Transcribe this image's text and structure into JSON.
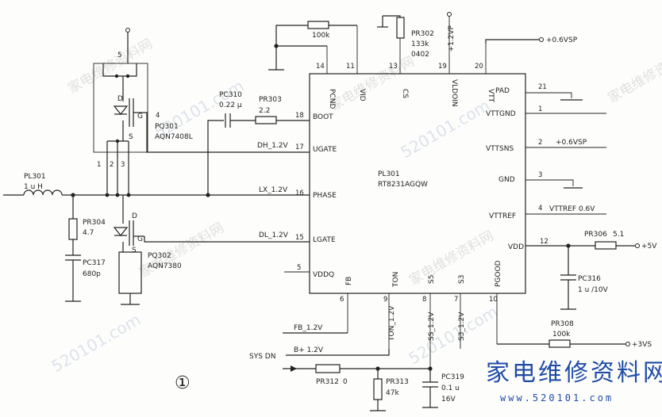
{
  "ic": {
    "ref": "PL301",
    "part": "RT8231AGQW",
    "pins": {
      "pcnd": {
        "name": "PCND",
        "num": "14"
      },
      "vid": {
        "name": "VID",
        "num": "11"
      },
      "cs": {
        "name": "CS",
        "num": "13"
      },
      "vldoin": {
        "name": "VLDOIN",
        "num": "19"
      },
      "vtt": {
        "name": "VTT",
        "num": "20"
      },
      "boot": {
        "name": "BOOT",
        "num": "18"
      },
      "ugate": {
        "name": "UGATE",
        "num": "17"
      },
      "phase": {
        "name": "PHASE",
        "num": "16"
      },
      "lgate": {
        "name": "LGATE",
        "num": "15"
      },
      "vddq": {
        "name": "VDDQ",
        "num": "5"
      },
      "fb": {
        "name": "FB",
        "num": "6"
      },
      "ton": {
        "name": "TON",
        "num": "9"
      },
      "s5": {
        "name": "S5",
        "num": "8"
      },
      "s3": {
        "name": "S3",
        "num": "7"
      },
      "pgood": {
        "name": "PGOOD",
        "num": "10"
      },
      "pad": {
        "name": "PAD",
        "num": "21"
      },
      "vttgnd": {
        "name": "VTTGND",
        "num": "1"
      },
      "vttsns": {
        "name": "VTTSNS",
        "num": "2"
      },
      "gnd": {
        "name": "GND",
        "num": "3"
      },
      "vttref": {
        "name": "VTTREF",
        "num": "4"
      },
      "vdd": {
        "name": "VDD",
        "num": "12"
      }
    }
  },
  "components": {
    "r100k_top": {
      "value": "100k"
    },
    "pr302": {
      "ref": "PR302",
      "value": "133k",
      "pkg": "0402"
    },
    "vp12": {
      "label": "+1.2VP"
    },
    "vsp06_top": {
      "label": "+0.6VSP"
    },
    "pc310": {
      "ref": "PC310",
      "value": "0.22 μ"
    },
    "pr303": {
      "ref": "PR303",
      "value": "2.2"
    },
    "pq301": {
      "ref": "PQ301",
      "part": "AQN7408L",
      "pin_d": "D",
      "pin_s": "S",
      "pin_g": "G",
      "pin4": "4",
      "pin5": "5",
      "pin1": "1",
      "pin2": "2",
      "pin3": "3"
    },
    "pq302": {
      "ref": "PQ302",
      "part": "AQN7380",
      "pin_d": "D",
      "pin_s": "S",
      "pin_g": "G"
    },
    "pl301": {
      "ref": "PL301",
      "value": "1 u H"
    },
    "pr304": {
      "ref": "PR304",
      "value": "4.7"
    },
    "pc317": {
      "ref": "PC317",
      "value": "680p"
    },
    "pr306": {
      "ref": "PR306",
      "value": "5.1"
    },
    "pc316": {
      "ref": "PC316",
      "value": "1 u /10V"
    },
    "pr308": {
      "ref": "PR308",
      "value": "100k"
    },
    "pr312": {
      "ref": "PR312",
      "value": "0"
    },
    "pr313": {
      "ref": "PR313",
      "value": "47k"
    },
    "pc319": {
      "ref": "PC319",
      "value": "0.1 u",
      "voltage": "16V"
    }
  },
  "nets": {
    "dh": "DH_1.2V",
    "lx": "LX_1.2V",
    "dl": "DL_1.2V",
    "fb": "FB_1.2V",
    "ton": "TON_1.2V",
    "ss": "SS_1.2V",
    "s3": "S3_1.2V",
    "bplus": "B+ 1.2V",
    "sysdn": "SYS DN",
    "vttsns": "+0.6VSP",
    "vttref": "VTTREF 0.6V",
    "v5": "+5V",
    "v3s": "+3VS"
  },
  "figure_mark": "①",
  "watermark": {
    "cn": "家电维修资料网",
    "url": "520101.com",
    "brand_cn": "家电维修资料网",
    "brand_url": "www.520101.com"
  }
}
